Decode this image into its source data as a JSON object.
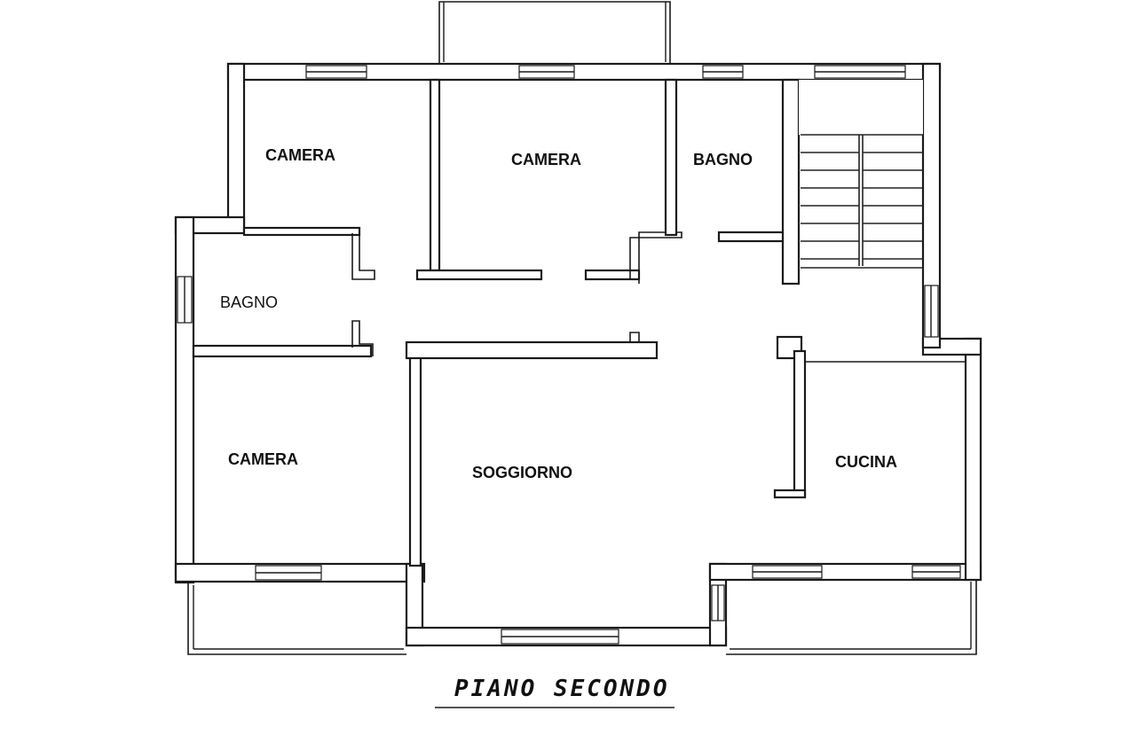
{
  "plan": {
    "title": "PIANO SECONDO",
    "rooms": [
      {
        "label": "CAMERA"
      },
      {
        "label": "CAMERA"
      },
      {
        "label": "BAGNO"
      },
      {
        "label": "BAGNO"
      },
      {
        "label": "CAMERA"
      },
      {
        "label": "SOGGIORNO"
      },
      {
        "label": "CUCINA"
      }
    ]
  },
  "colors": {
    "ink": "#1a1a1a",
    "paper": "#ffffff"
  }
}
